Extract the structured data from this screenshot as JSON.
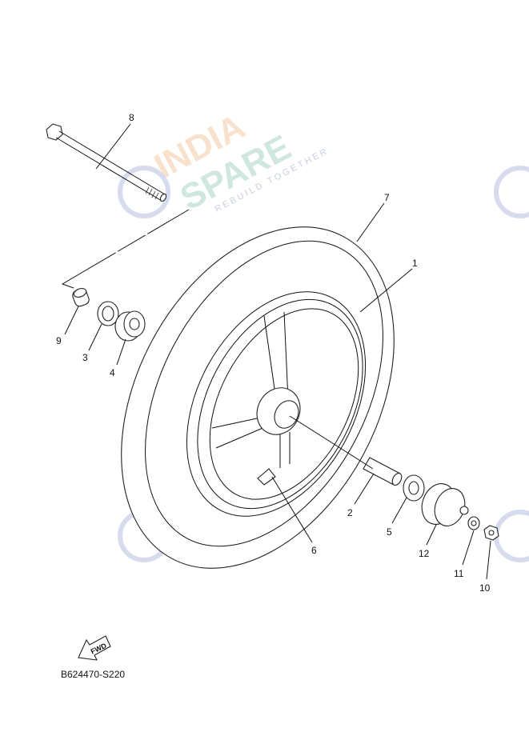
{
  "diagram": {
    "code": "B624470-S220",
    "fwd_label": "FWD",
    "callouts": [
      {
        "id": "1",
        "label": "1"
      },
      {
        "id": "2",
        "label": "2"
      },
      {
        "id": "3",
        "label": "3"
      },
      {
        "id": "4",
        "label": "4"
      },
      {
        "id": "5",
        "label": "5"
      },
      {
        "id": "6",
        "label": "6"
      },
      {
        "id": "7",
        "label": "7"
      },
      {
        "id": "8",
        "label": "8"
      },
      {
        "id": "9",
        "label": "9"
      },
      {
        "id": "10",
        "label": "10"
      },
      {
        "id": "11",
        "label": "11"
      },
      {
        "id": "12",
        "label": "12"
      }
    ]
  },
  "watermark": {
    "line1": "INDIA",
    "line2": "SPARE",
    "tagline": "REBUILD TOGETHER"
  }
}
